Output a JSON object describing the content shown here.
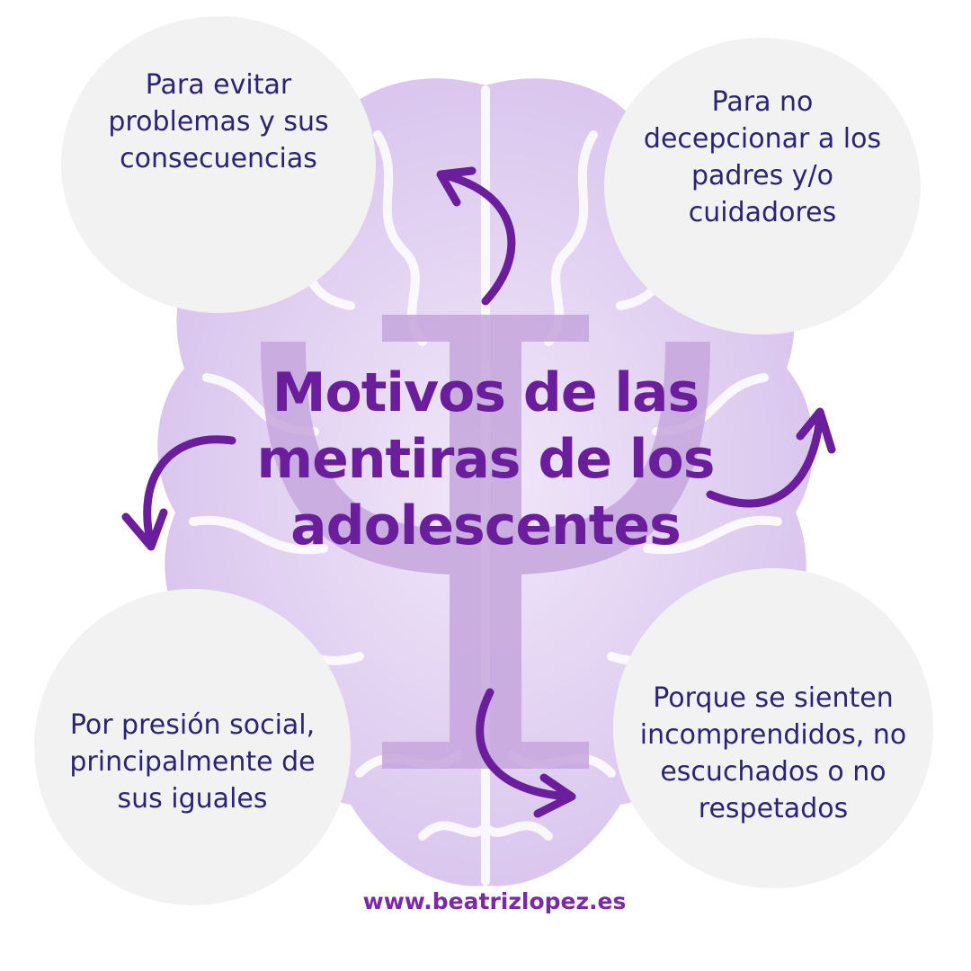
{
  "title": "Motivos de las\nmentiras de los\nadolescentes",
  "reasons": [
    "Para evitar\nproblemas y sus\nconsecuencias",
    "Para no\ndecepcionar a los\npadres y/o\ncuidadores",
    "Por presión social,\nprincipalmente de\nsus iguales",
    "Porque se sienten\nincomprendidos, no\nescuchados o no\nrespetados"
  ],
  "website": "www.beatrizlopez.es",
  "icons": {
    "background": "brain-icon",
    "symbol": "psi-symbol-icon",
    "arrow": "curved-arrow-icon"
  },
  "colors": {
    "title": "#6a1e9b",
    "text": "#2b2474",
    "arrow": "#6a1e9b",
    "circle": "#f2f2f2",
    "brain_light": "#e6d7f3",
    "brain_mid": "#d2b8ea",
    "psi": "#c6a6dd"
  }
}
